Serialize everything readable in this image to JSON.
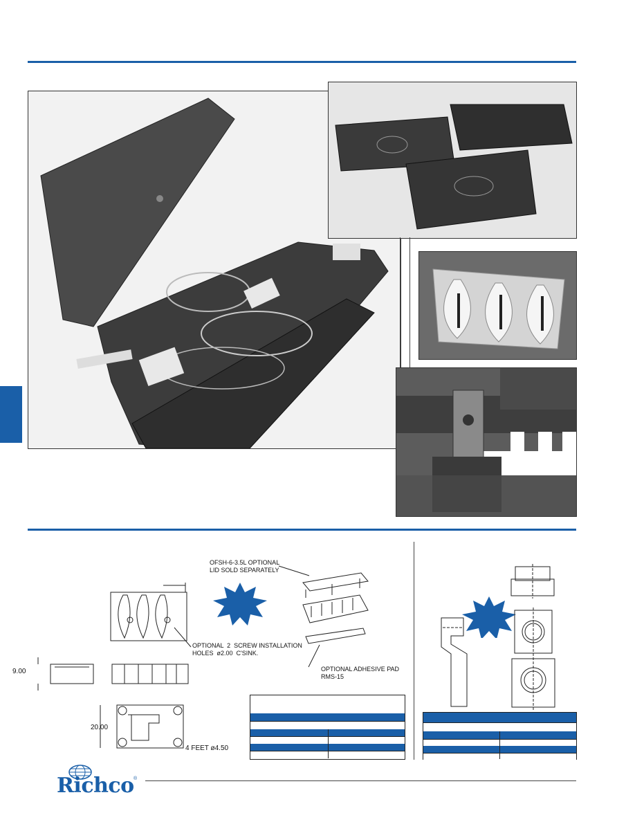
{
  "dimensions": {
    "height": "9.00",
    "width": "20.00",
    "feet": "4  FEET  ø4.50"
  },
  "callouts": {
    "lid": "OFSH-6-3.5L OPTIONAL\nLID SOLD SEPARATELY",
    "screw": "OPTIONAL  2  SCREW INSTALLATION\nHOLES  ø2.00  C'SINK.",
    "pad": "OPTIONAL ADHESIVE PAD\nRMS-15"
  },
  "brand": {
    "name": "Richco",
    "registered": "®"
  },
  "colors": {
    "accent": "#1a5fa8",
    "photo_gray": "#6b6b6b",
    "photo_bg": "#e2e2e2"
  },
  "icons": [
    "globe-icon",
    "starburst-icon"
  ]
}
